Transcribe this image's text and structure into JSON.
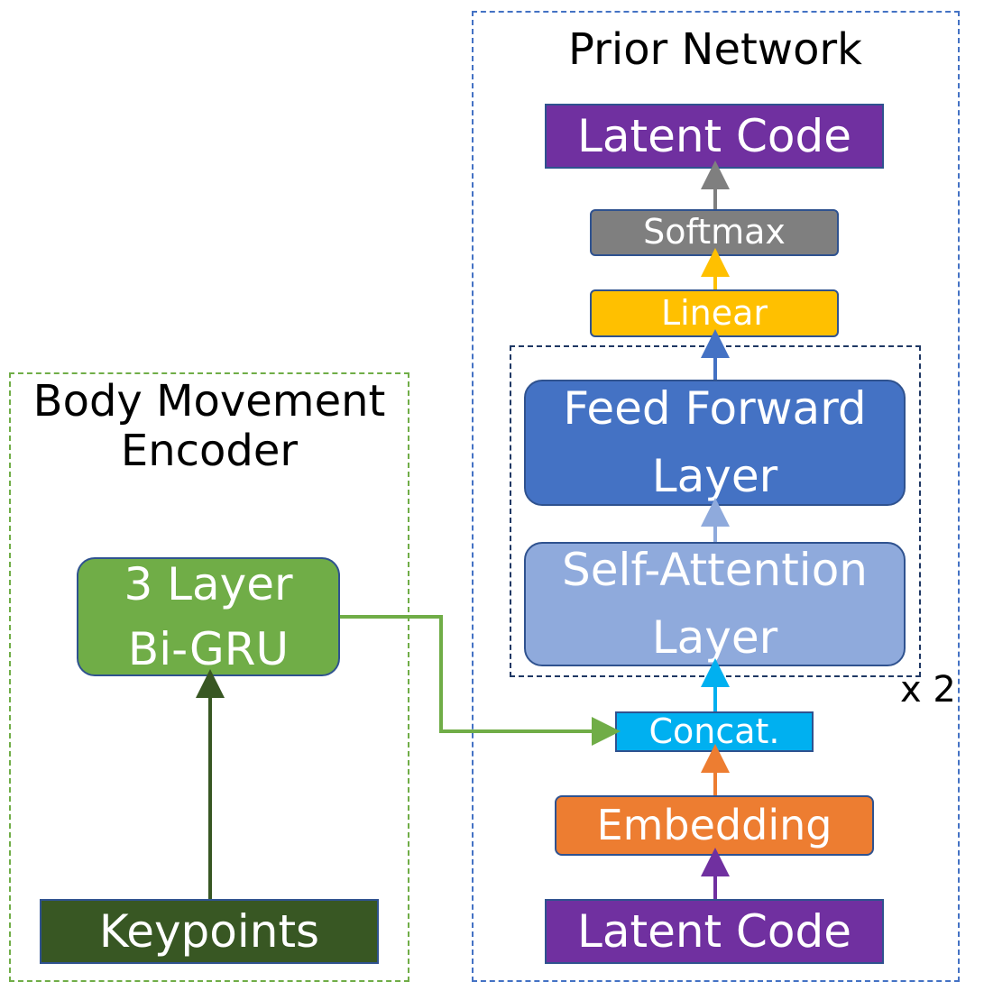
{
  "prior_network": {
    "title": "Prior Network",
    "repeat_label": "x 2",
    "latent_code_top": "Latent Code",
    "softmax": "Softmax",
    "linear": "Linear",
    "feed_forward": "Feed Forward\nLayer",
    "self_attention": "Self-Attention\nLayer",
    "concat": "Concat.",
    "embedding": "Embedding",
    "latent_code_bottom": "Latent Code"
  },
  "body_movement_encoder": {
    "title": "Body Movement\nEncoder",
    "bigru": "3 Layer\nBi-GRU",
    "keypoints": "Keypoints"
  },
  "colors": {
    "latent_code": "#7030A0",
    "softmax": "#7F7F7F",
    "linear": "#FFC000",
    "feed_forward": "#4472C4",
    "self_attention": "#8FAADC",
    "concat": "#00B0F0",
    "embedding": "#ED7D31",
    "bigru": "#70AD47",
    "keypoints": "#385723",
    "prior_border": "#4472C4",
    "encoder_border": "#70AD47"
  }
}
